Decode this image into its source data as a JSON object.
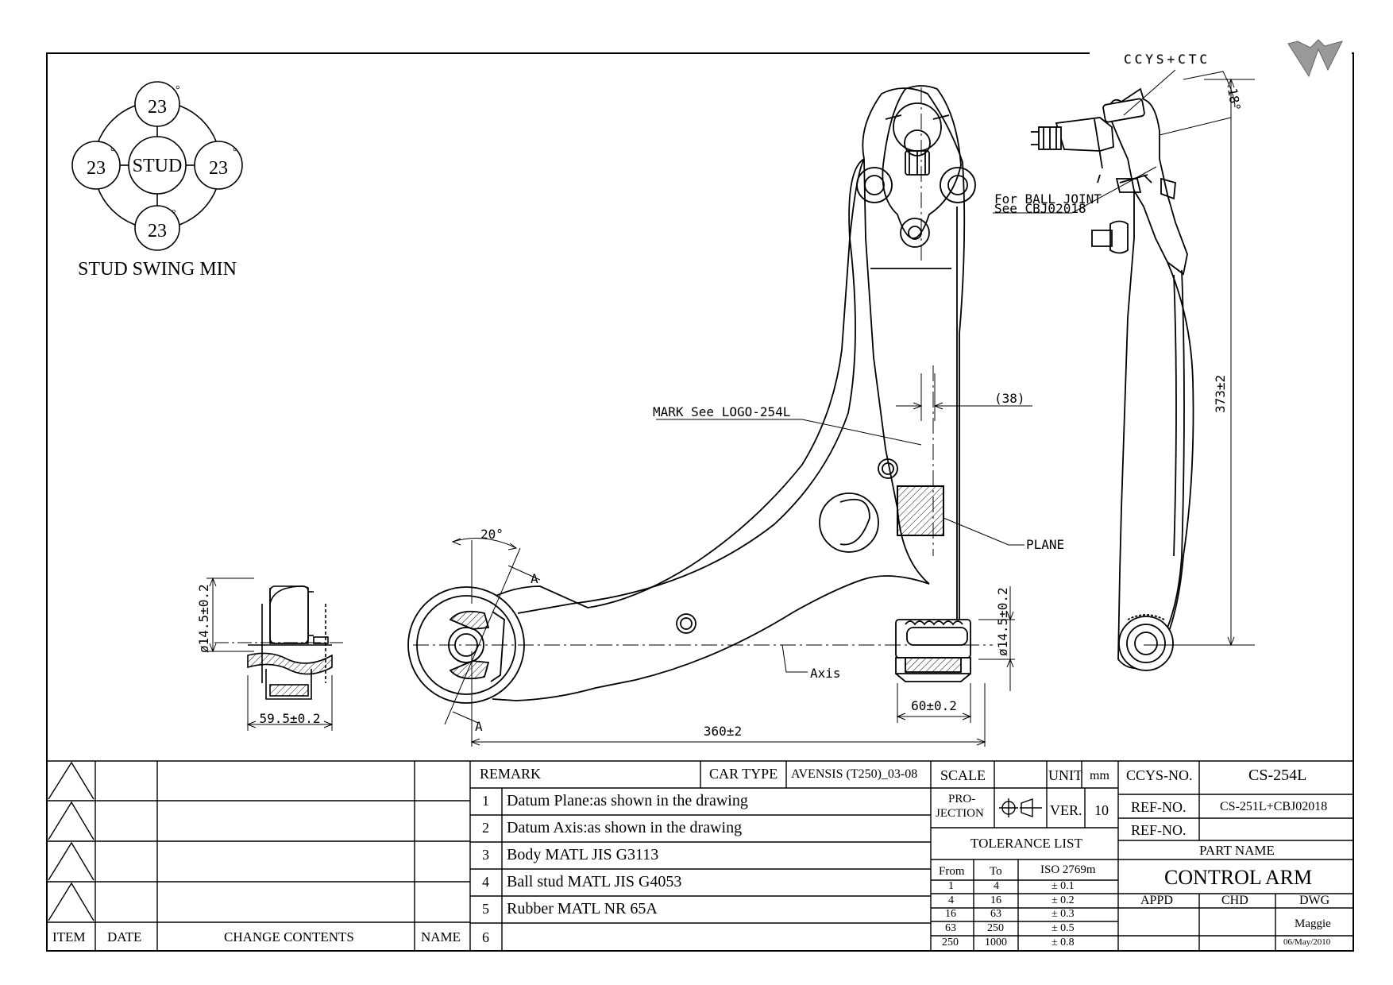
{
  "brand": {
    "logo_text": "CCYS+CTC"
  },
  "stud_swing": {
    "center_label": "STUD",
    "top": "23",
    "left": "23",
    "right": "23",
    "bottom": "23",
    "degree_mark": "°",
    "caption": "STUD SWING MIN"
  },
  "drawing": {
    "bushing_diameter_left": "ø14.5±0.2",
    "bushing_width": "59.5±0.2",
    "angle_20": "20°",
    "section_a_top": "A",
    "section_a_bottom": "A",
    "length_360": "360±2",
    "dim_60": "60±0.2",
    "bushing_diameter_right": "ø14.5±0.2",
    "axis_label": "Axis",
    "plane_label": "PLANE",
    "mark_label": "MARK See LOGO-254L",
    "dim_38": "(38)",
    "ball_joint_note_1": "For BALL JOINT",
    "ball_joint_note_2": "See CBJ02018",
    "angle_18": "18°",
    "height_373": "373±2"
  },
  "revision_table": {
    "headers": {
      "item": "ITEM",
      "date": "DATE",
      "change": "CHANGE CONTENTS",
      "name": "NAME"
    }
  },
  "remarks": {
    "header": "REMARK",
    "car_type_label": "CAR TYPE",
    "car_type_value": "AVENSIS (T250)_03-08",
    "items": [
      {
        "num": "1",
        "text": "Datum Plane:as shown in the drawing"
      },
      {
        "num": "2",
        "text": "Datum Axis:as shown in the drawing"
      },
      {
        "num": "3",
        "text": "Body MATL JIS G3113"
      },
      {
        "num": "4",
        "text": "Ball stud MATL JIS G4053"
      },
      {
        "num": "5",
        "text": "Rubber MATL NR 65A"
      },
      {
        "num": "6",
        "text": ""
      }
    ]
  },
  "spec": {
    "scale_label": "SCALE",
    "unit_label": "UNIT",
    "unit_value": "mm",
    "projection_label_1": "PRO-",
    "projection_label_2": "JECTION",
    "ver_label": "VER.",
    "ver_value": "10"
  },
  "tolerance": {
    "title": "TOLERANCE LIST",
    "headers": {
      "from": "From",
      "to": "To",
      "iso": "ISO 2769m"
    },
    "rows": [
      {
        "from": "1",
        "to": "4",
        "tol": "± 0.1"
      },
      {
        "from": "4",
        "to": "16",
        "tol": "± 0.2"
      },
      {
        "from": "16",
        "to": "63",
        "tol": "± 0.3"
      },
      {
        "from": "63",
        "to": "250",
        "tol": "± 0.5"
      },
      {
        "from": "250",
        "to": "1000",
        "tol": "± 0.8"
      }
    ]
  },
  "title_block": {
    "ccys_no_label": "CCYS-NO.",
    "ccys_no_value": "CS-254L",
    "ref_no_label_1": "REF-NO.",
    "ref_no_value_1": "CS-251L+CBJ02018",
    "ref_no_label_2": "REF-NO.",
    "ref_no_value_2": "",
    "part_name_label": "PART NAME",
    "part_name_value": "CONTROL ARM",
    "appd_label": "APPD",
    "chd_label": "CHD",
    "dwg_label": "DWG",
    "dwg_name": "Maggie",
    "dwg_date": "06/May/2010"
  }
}
